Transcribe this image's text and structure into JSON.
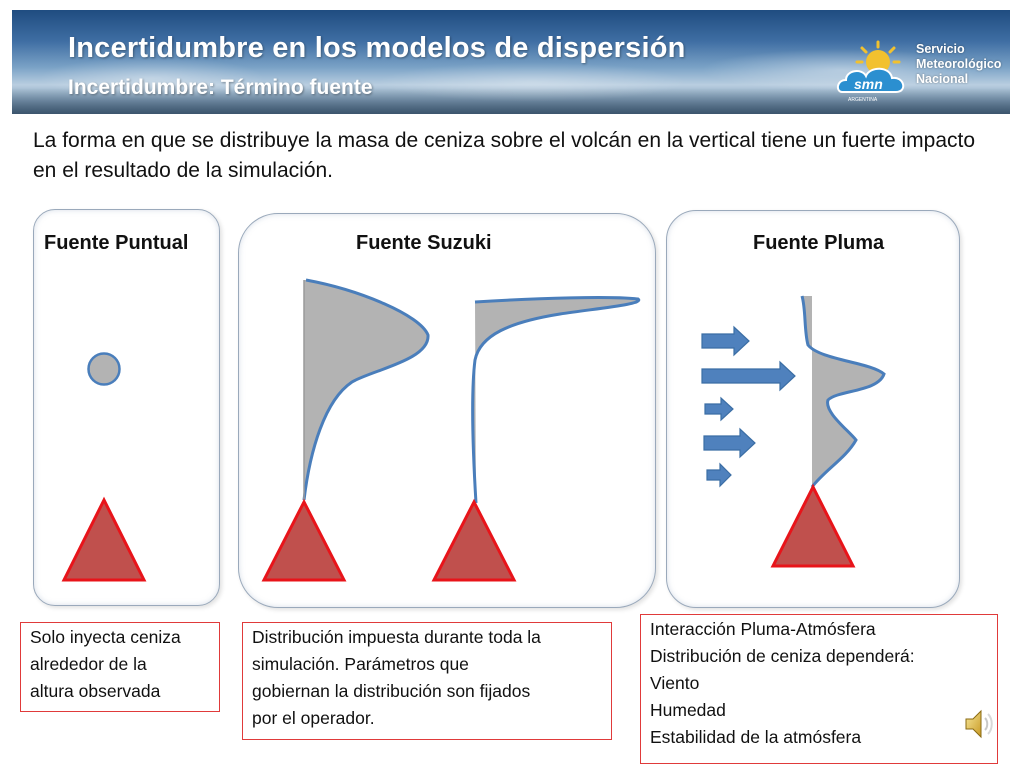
{
  "header": {
    "title": "Incertidumbre en los modelos de dispersión",
    "subtitle": "Incertidumbre: Término fuente",
    "logo": {
      "acronym": "smn",
      "tagline": "ARGENTINA",
      "org_lines": [
        "Servicio",
        "Meteorológico",
        "Nacional"
      ]
    }
  },
  "intro": "La forma en que se distribuye la masa de ceniza sobre el volcán en la vertical tiene un fuerte impacto en el resultado de la simulación.",
  "panels": {
    "puntual": {
      "title": "Fuente Puntual"
    },
    "suzuki": {
      "title": "Fuente Suzuki"
    },
    "pluma": {
      "title": "Fuente Pluma"
    }
  },
  "notes": {
    "puntual": [
      "Solo inyecta ceniza",
      "alrededor de la",
      "altura observada"
    ],
    "suzuki": [
      "Distribución impuesta durante toda la",
      "simulación. Parámetros que",
      "gobiernan la distribución son fijados",
      "por el operador."
    ],
    "pluma": [
      "Interacción Pluma-Atmósfera",
      "Distribución de ceniza dependerá:",
      "Viento",
      "Humedad",
      "Estabilidad de la atmósfera"
    ]
  },
  "icons": {
    "volcano": "red-triangle",
    "point_source": "grey-circle",
    "wind": "blue-arrow",
    "audio": "speaker-icon"
  },
  "colors": {
    "volcano_fill": "#c0504d",
    "volcano_stroke": "#e8141a",
    "distribution_fill": "#b3b3b3",
    "distribution_stroke": "#4a7ebb",
    "arrow_fill": "#4f81bd",
    "note_border": "#e03a3a"
  }
}
